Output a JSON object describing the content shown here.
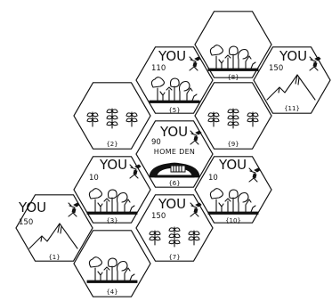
{
  "board": {
    "tiles": [
      {
        "id": "{1}",
        "terrain": "mountain",
        "owner": "YOU",
        "value": "150"
      },
      {
        "id": "{2}",
        "terrain": "field"
      },
      {
        "id": "{3}",
        "terrain": "forest",
        "owner": "YOU",
        "value": "10"
      },
      {
        "id": "{4}",
        "terrain": "forest"
      },
      {
        "id": "{5}",
        "terrain": "forest",
        "owner": "YOU",
        "value": "110"
      },
      {
        "id": "{6}",
        "terrain": "home-den",
        "owner": "YOU",
        "value": "90",
        "label": "HOME DEN"
      },
      {
        "id": "{7}",
        "terrain": "field",
        "owner": "YOU",
        "value": "150"
      },
      {
        "id": "{8}",
        "terrain": "forest"
      },
      {
        "id": "{9}",
        "terrain": "field"
      },
      {
        "id": "{10}",
        "terrain": "forest",
        "owner": "YOU",
        "value": "10"
      },
      {
        "id": "{11}",
        "terrain": "mountain",
        "owner": "YOU",
        "value": "150"
      }
    ]
  }
}
